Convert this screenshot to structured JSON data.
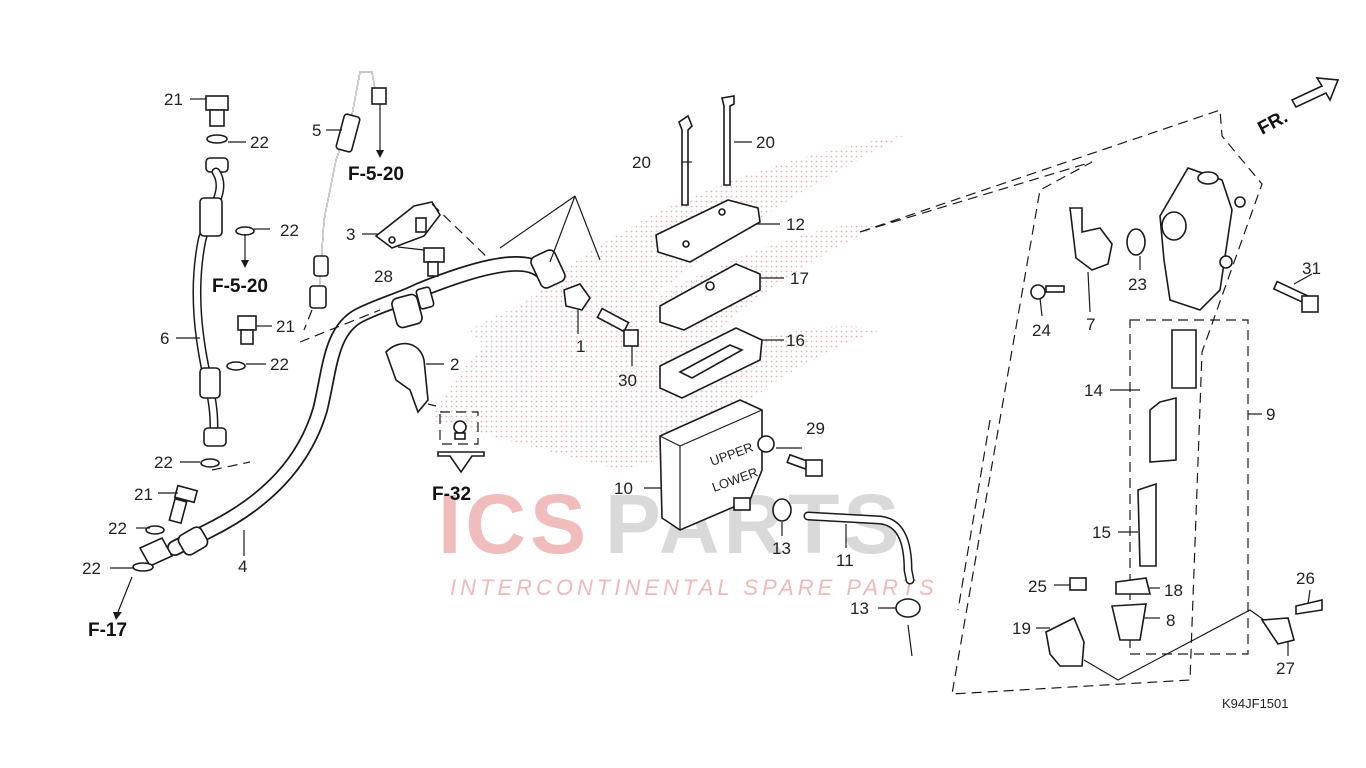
{
  "diagram_code": "K94JF1501",
  "front_label": "FR.",
  "watermark": {
    "brand_left": "ICS",
    "brand_right": "PARTS",
    "tagline": "INTERCONTINENTAL SPARE PARTS"
  },
  "reservoir_text": {
    "upper": "UPPER",
    "lower": "LOWER"
  },
  "page_refs": [
    "F-5-20",
    "F-5-20",
    "F-32",
    "F-17"
  ],
  "callouts": [
    "1",
    "2",
    "3",
    "4",
    "5",
    "6",
    "7",
    "8",
    "9",
    "10",
    "11",
    "12",
    "13",
    "13",
    "14",
    "15",
    "16",
    "17",
    "18",
    "19",
    "20",
    "20",
    "21",
    "21",
    "21",
    "22",
    "22",
    "22",
    "22",
    "22",
    "22",
    "23",
    "24",
    "25",
    "26",
    "27",
    "28",
    "29",
    "30",
    "31"
  ],
  "colors": {
    "line": "#1a1a1a",
    "watermark_red": "#e05050",
    "watermark_grey": "#bdbdbd"
  }
}
